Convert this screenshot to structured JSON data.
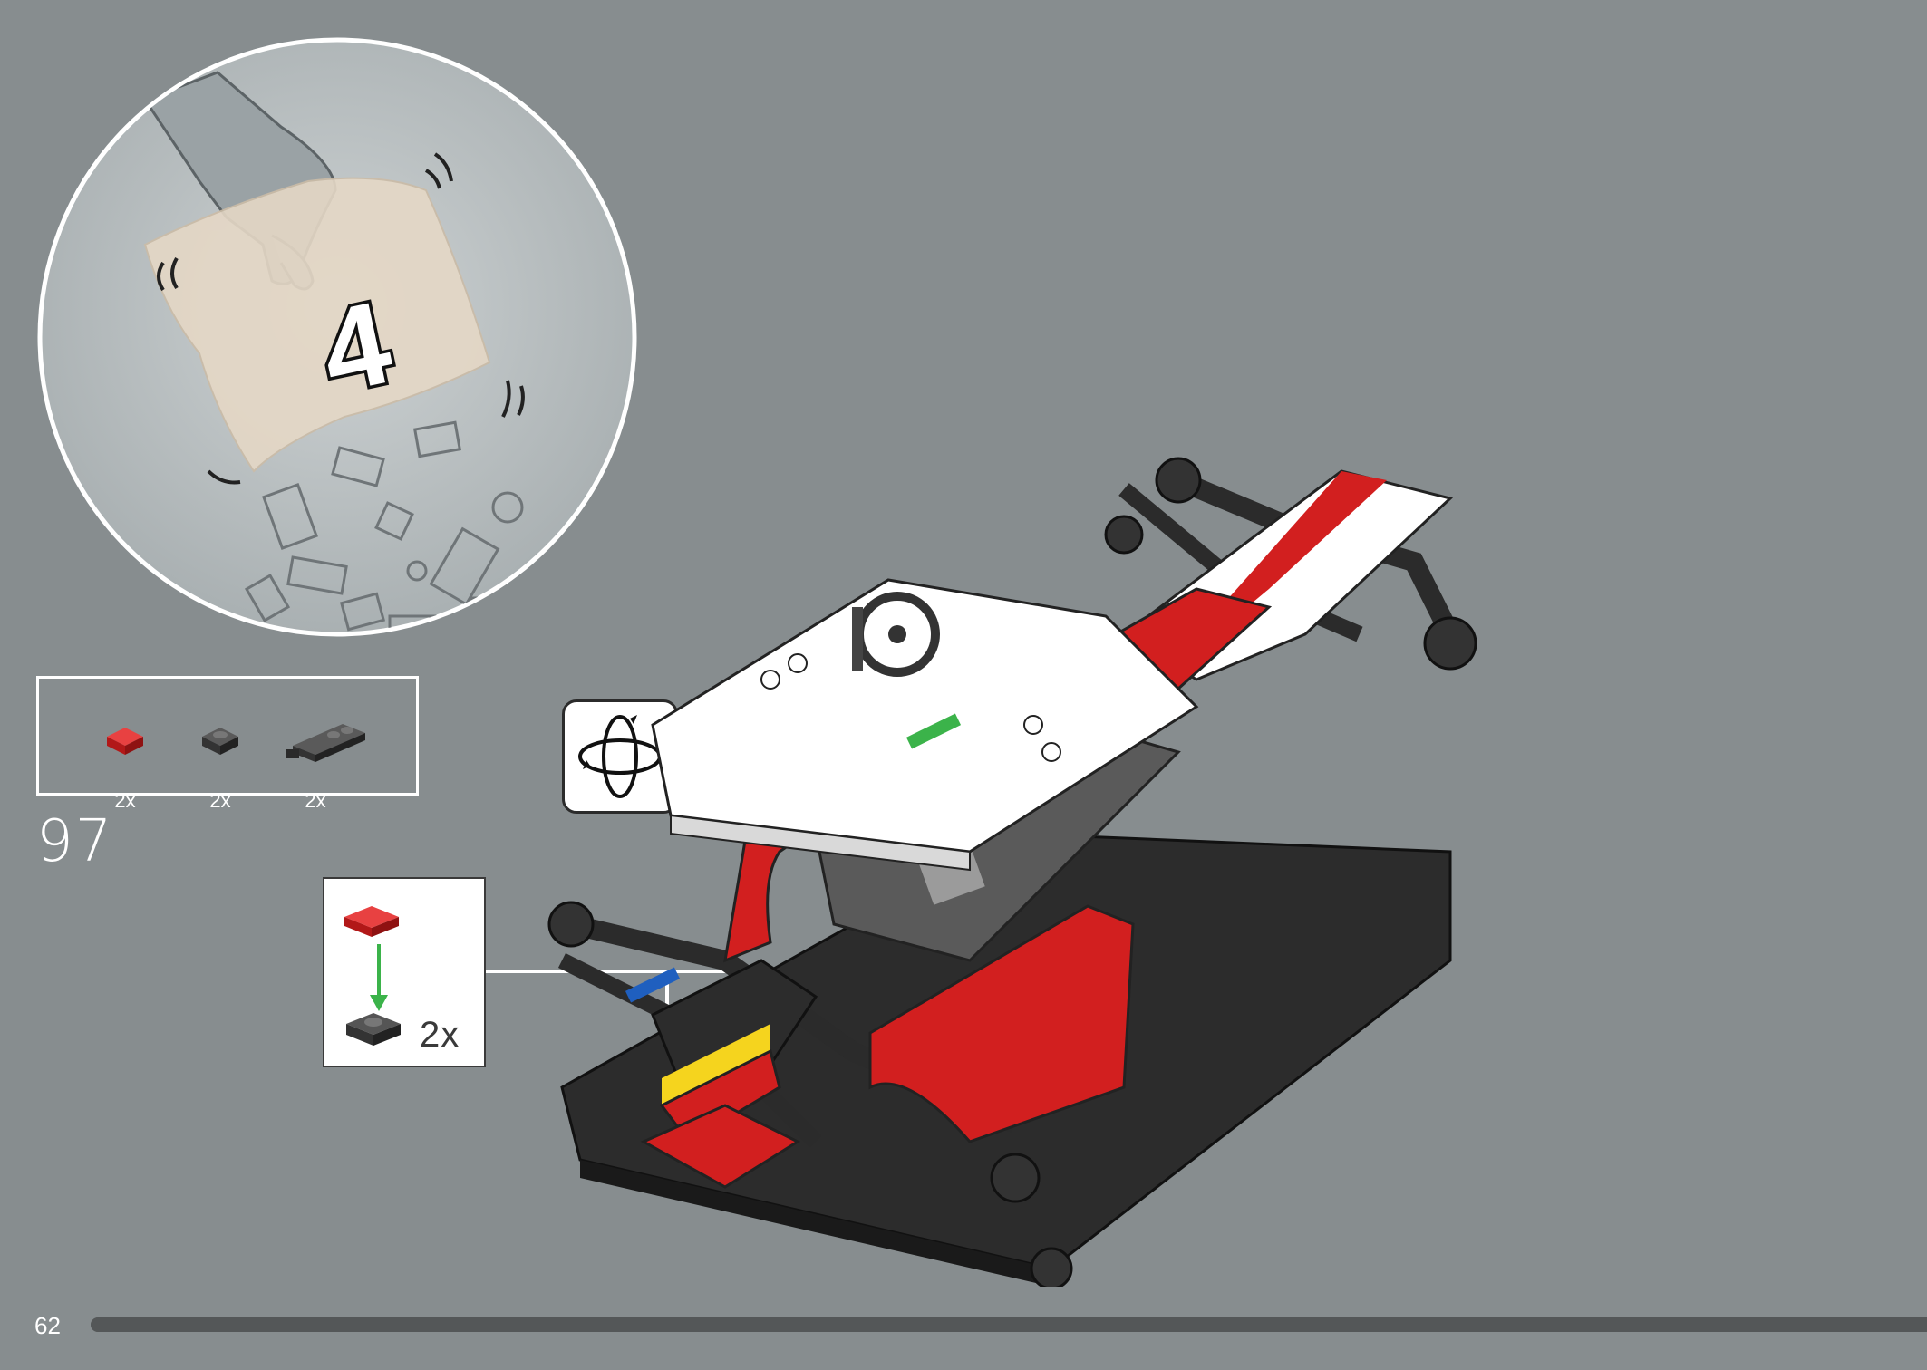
{
  "bag": {
    "number": "4"
  },
  "parts": [
    {
      "qty": "2x",
      "color": "#d21f1f",
      "icon": "red-plate-1x1-icon"
    },
    {
      "qty": "2x",
      "color": "#3b3b3b",
      "icon": "dark-plate-1x1-icon"
    },
    {
      "qty": "2x",
      "color": "#3b3b3b",
      "icon": "dark-plate-with-clips-icon"
    }
  ],
  "step": {
    "number": "97"
  },
  "callout": {
    "qty": "2x"
  },
  "icons": {
    "rotate": "rotate-model-icon"
  },
  "colors": {
    "background": "#878d8f",
    "red": "#d21f1f",
    "white": "#ffffff",
    "dark": "#3b3b3b",
    "arrow_green": "#3bb34a"
  },
  "footer": {
    "page_number": "62",
    "progress": 1.0
  }
}
